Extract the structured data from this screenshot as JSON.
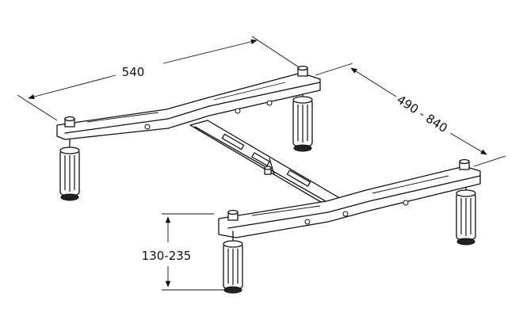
{
  "dimensions": {
    "length": "540",
    "width_range": "490 - 840",
    "height_range": "130-235"
  },
  "colors": {
    "line": "#111111",
    "background": "#ffffff"
  }
}
